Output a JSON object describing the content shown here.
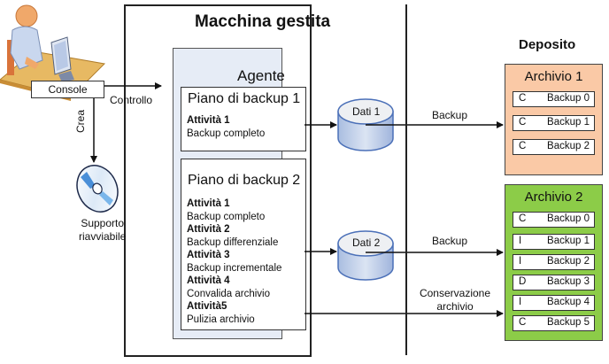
{
  "console": {
    "label": "Console"
  },
  "edges": {
    "control": "Controllo",
    "create": "Crea",
    "backup1": "Backup",
    "backup2": "Backup",
    "retention_line1": "Conservazione",
    "retention_line2": "archivio"
  },
  "media": {
    "line1": "Supporto",
    "line2": "riavviabile"
  },
  "machine": {
    "title": "Macchina gestita"
  },
  "agent": {
    "title": "Agente"
  },
  "plans": [
    {
      "title": "Piano di backup 1",
      "tasks": [
        {
          "name": "Attività 1",
          "desc": "Backup completo"
        }
      ]
    },
    {
      "title": "Piano di backup 2",
      "tasks": [
        {
          "name": "Attività 1",
          "desc": "Backup completo"
        },
        {
          "name": "Attività 2",
          "desc": "Backup differenziale"
        },
        {
          "name": "Attività 3",
          "desc": "Backup incrementale"
        },
        {
          "name": "Attività 4",
          "desc": "Convalida archivio"
        },
        {
          "name": "Attività5",
          "desc": "Pulizia archivio"
        }
      ]
    }
  ],
  "data_stores": [
    {
      "label": "Dati 1"
    },
    {
      "label": "Dati 2"
    }
  ],
  "vault": {
    "title": "Deposito",
    "archives": [
      {
        "title": "Archivio 1",
        "color": "#fac9a6",
        "backups": [
          {
            "type": "C",
            "name": "Backup 0"
          },
          {
            "type": "C",
            "name": "Backup 1"
          },
          {
            "type": "C",
            "name": "Backup 2"
          }
        ]
      },
      {
        "title": "Archivio 2",
        "color": "#8ccc48",
        "backups": [
          {
            "type": "C",
            "name": "Backup 0"
          },
          {
            "type": "I",
            "name": "Backup 1"
          },
          {
            "type": "I",
            "name": "Backup 2"
          },
          {
            "type": "D",
            "name": "Backup 3"
          },
          {
            "type": "I",
            "name": "Backup 4"
          },
          {
            "type": "C",
            "name": "Backup 5"
          }
        ]
      }
    ]
  }
}
